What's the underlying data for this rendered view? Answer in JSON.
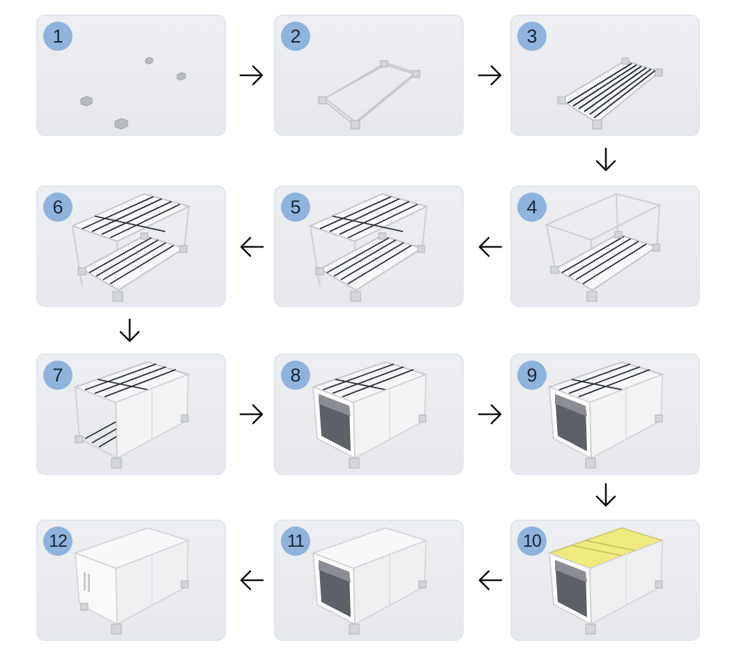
{
  "steps": [
    {
      "number": "1"
    },
    {
      "number": "2"
    },
    {
      "number": "3"
    },
    {
      "number": "4"
    },
    {
      "number": "5"
    },
    {
      "number": "6"
    },
    {
      "number": "7"
    },
    {
      "number": "8"
    },
    {
      "number": "9"
    },
    {
      "number": "10"
    },
    {
      "number": "11"
    },
    {
      "number": "12"
    }
  ],
  "colors": {
    "badge": "#8eb4de",
    "card": "#e8eaee",
    "roof_panel": "#f1ea7e",
    "arrow": "#111111"
  }
}
